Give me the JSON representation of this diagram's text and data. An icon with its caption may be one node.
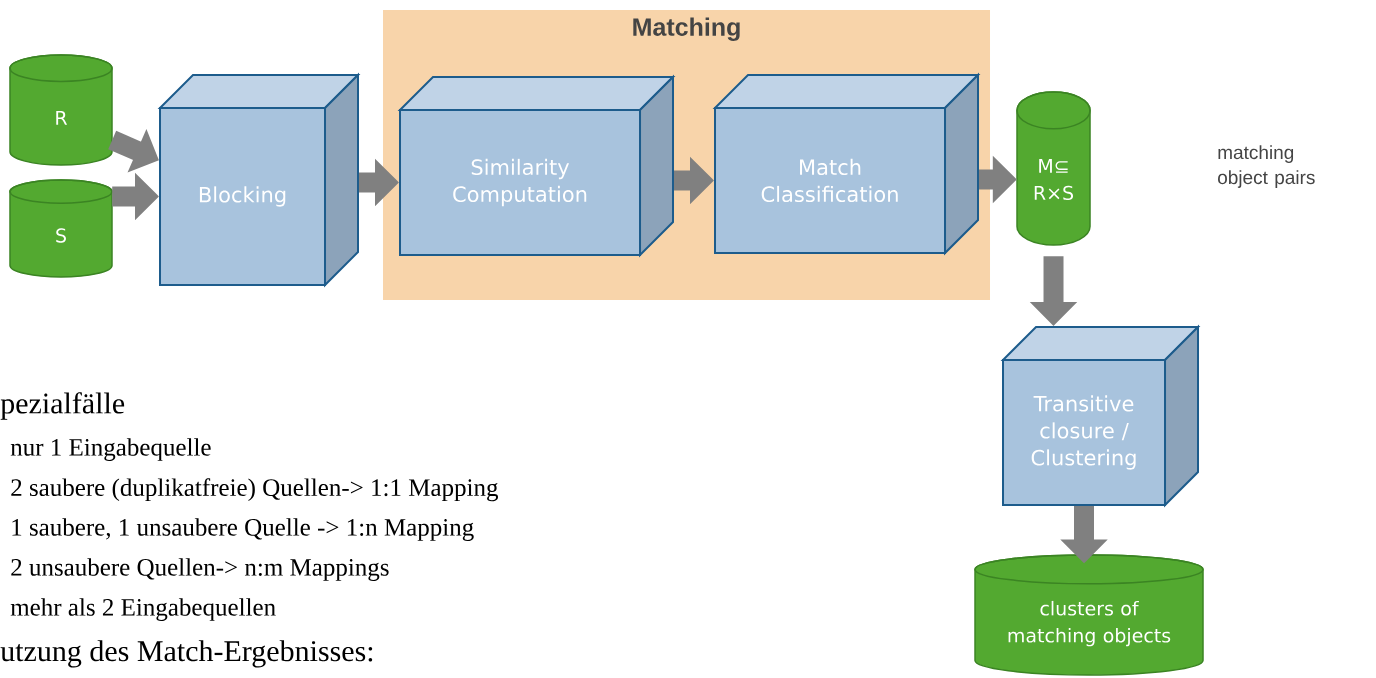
{
  "diagram": {
    "nodes": [
      {
        "text": [
          "R"
        ]
      },
      {
        "text": [
          "S"
        ]
      },
      {
        "text": [
          "Blocking"
        ]
      },
      {
        "text": [
          "Matching"
        ]
      },
      {
        "text": [
          "Similarity Computation"
        ],
        "in": 3
      },
      {
        "text": [
          "Match Classification"
        ],
        "in": 3
      },
      {
        "text": [
          "M⊆ R×S"
        ]
      },
      {
        "text": [
          "Transitive closure / Clustering"
        ]
      },
      {
        "text": [
          "clusters of matching objects"
        ]
      }
    ],
    "edges": [
      {
        "from": 0,
        "to": 2,
        "arrow": "to"
      },
      {
        "from": 1,
        "to": 2,
        "arrow": "to"
      },
      {
        "from": 2,
        "to": 4,
        "arrow": "to"
      },
      {
        "from": 4,
        "to": 5,
        "arrow": "to"
      },
      {
        "from": 5,
        "to": 6,
        "arrow": "to"
      },
      {
        "from": 6,
        "to": 7,
        "arrow": "to"
      },
      {
        "from": 7,
        "to": 8,
        "arrow": "to"
      }
    ],
    "labels": [
      "matching object pairs",
      "pezialfälle",
      "nur 1 Eingabequelle",
      "2 saubere (duplikatfreie) Quellen-> 1:1 Mapping",
      "1 saubere, 1 unsaubere Quelle -> 1:n Mapping",
      "2 unsaubere Quellen-> n:m Mappings",
      "mehr als 2 Eingabequellen",
      "utzung des Match-Ergebnisses:"
    ]
  }
}
